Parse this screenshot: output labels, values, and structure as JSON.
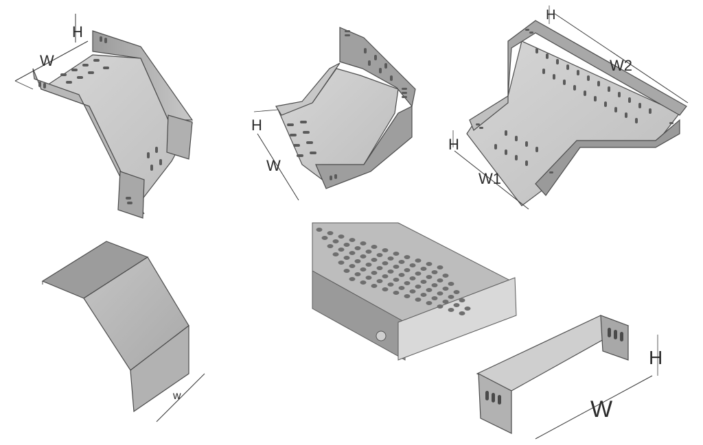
{
  "figures": [
    {
      "id": "bend-45",
      "labels": {
        "h": "H",
        "w": "W"
      }
    },
    {
      "id": "bend-90",
      "labels": {
        "h": "H",
        "w": "W"
      }
    },
    {
      "id": "tee",
      "labels": {
        "h": "H",
        "w1": "W1",
        "w2": "W2"
      }
    },
    {
      "id": "cover-bend",
      "labels": {
        "w": "w"
      }
    },
    {
      "id": "tray-closeup",
      "labels": {}
    },
    {
      "id": "end-cap",
      "labels": {
        "h": "H",
        "w": "W"
      }
    }
  ],
  "colors": {
    "metal_light": "#d9d9d9",
    "metal_mid": "#b5b5b5",
    "metal_dark": "#8c8c8c",
    "edge": "#4a4a4a",
    "dim_line": "#333333"
  }
}
